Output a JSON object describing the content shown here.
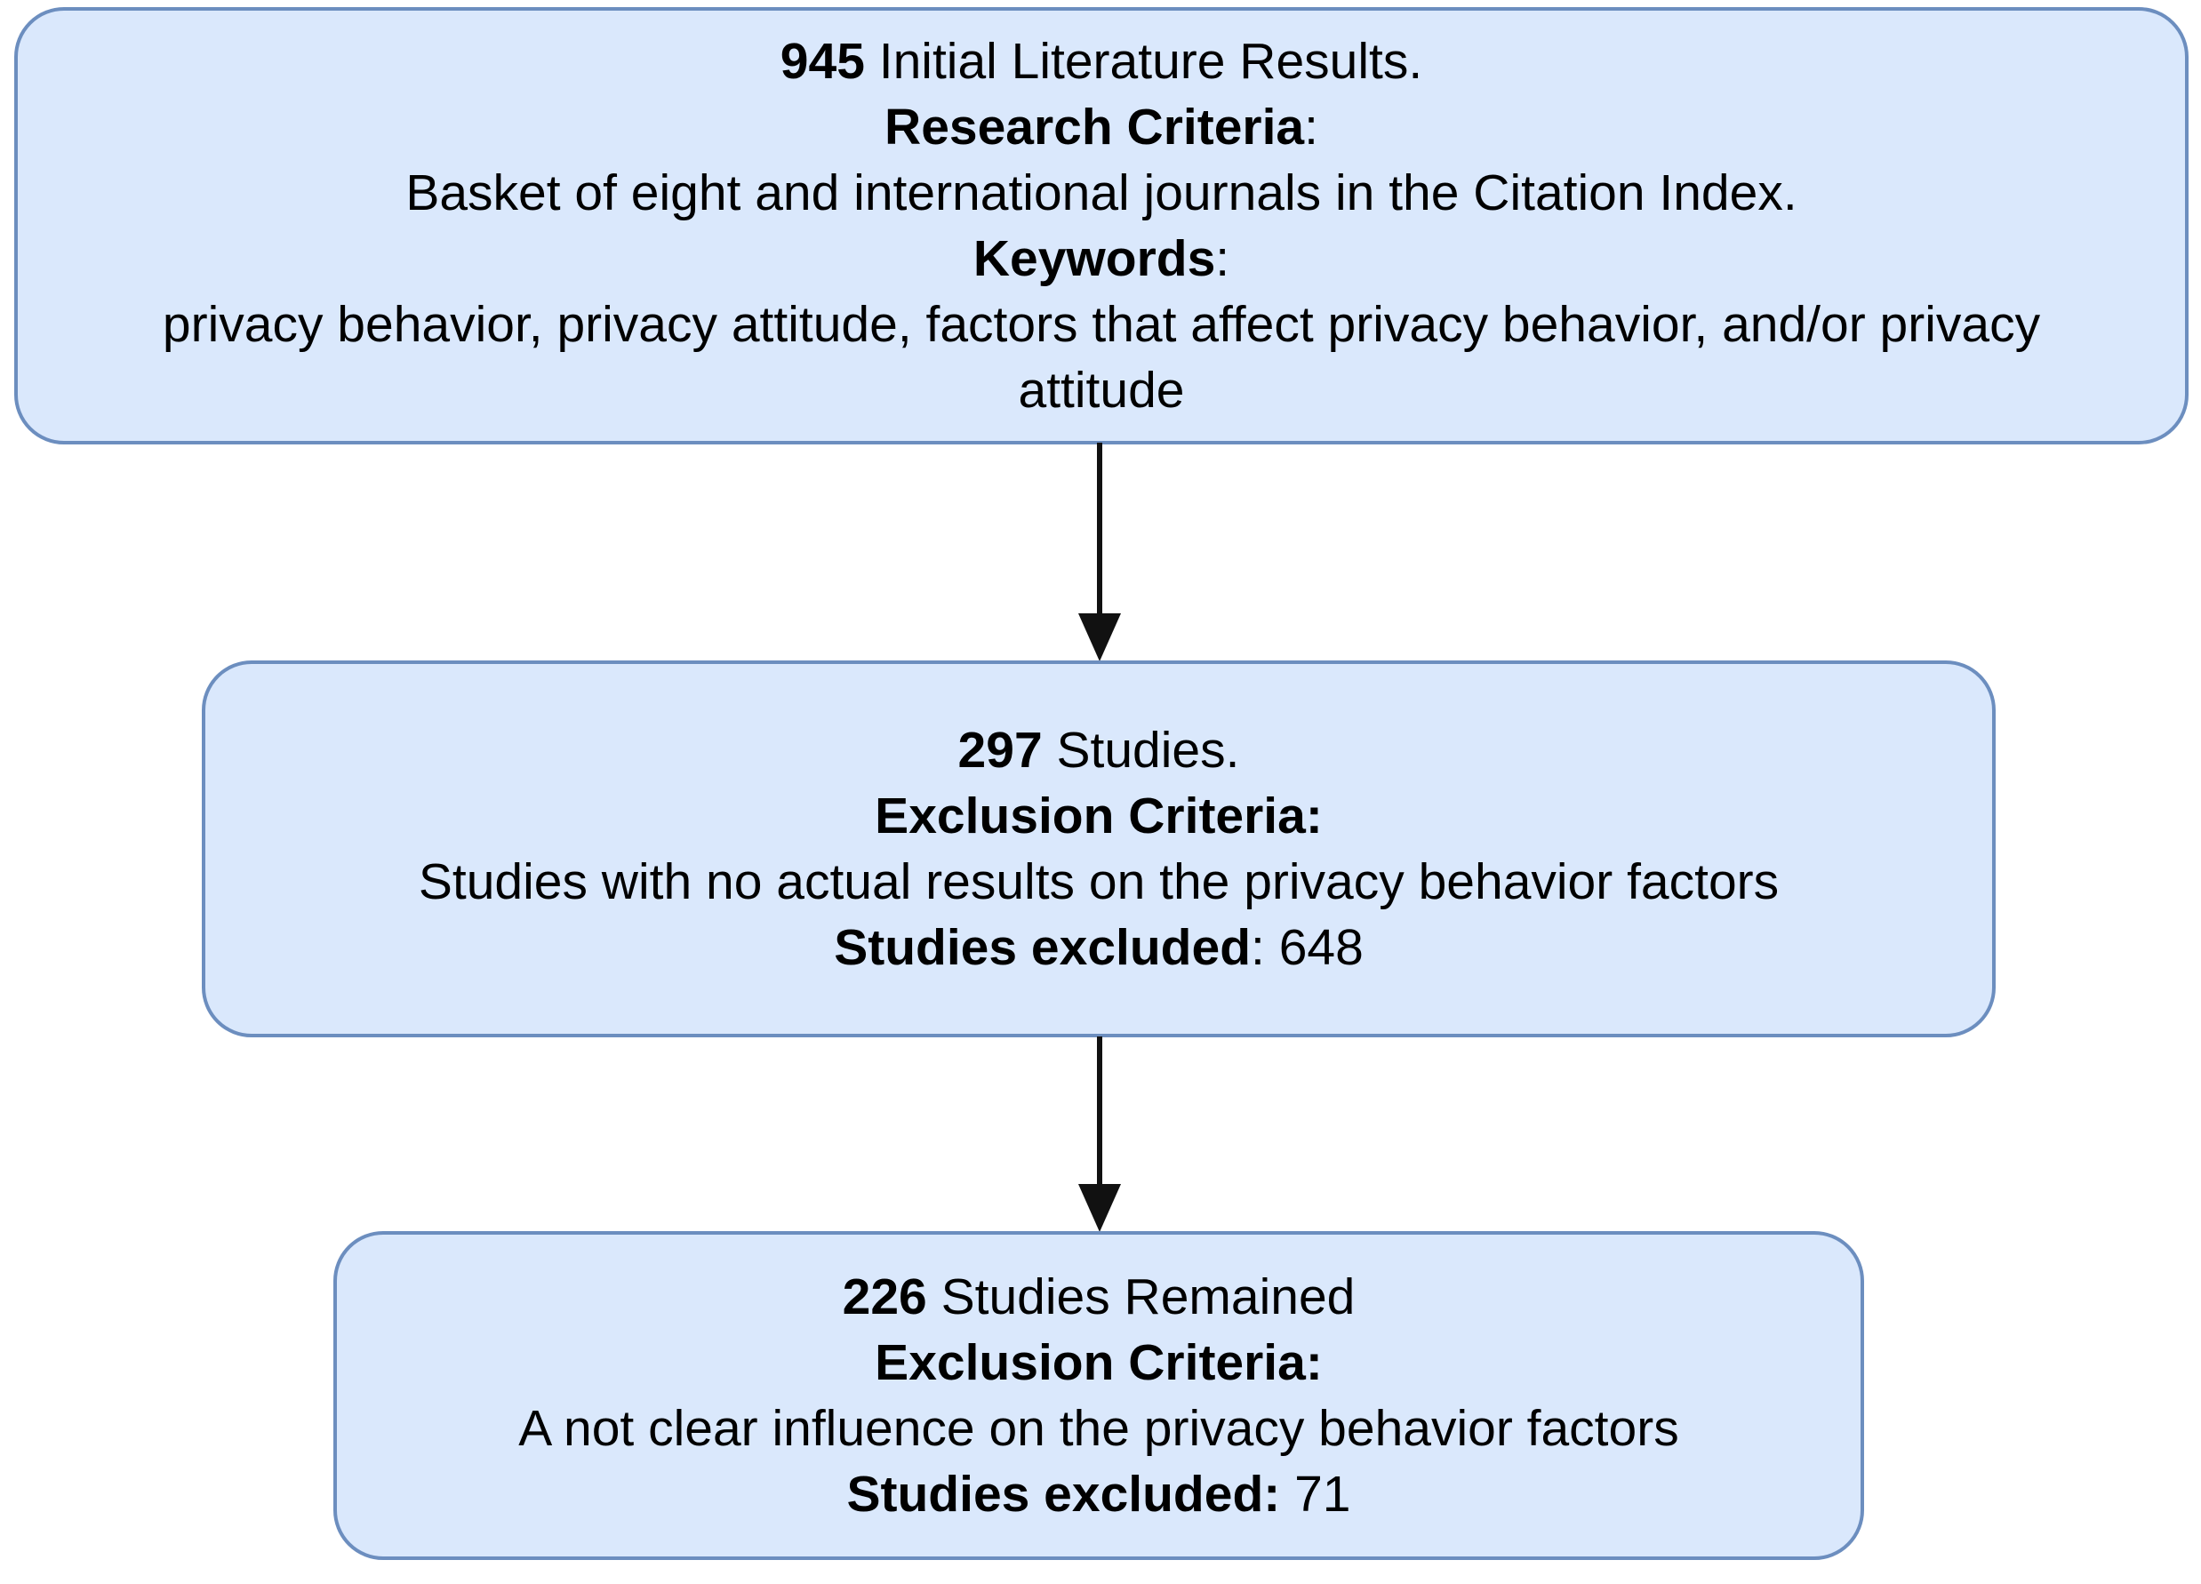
{
  "style": {
    "box_fill": "#dae8fc",
    "box_border": "#6c8ebf",
    "arrow_color": "#111111",
    "text_color": "#000000",
    "background": "#ffffff"
  },
  "flowchart": {
    "boxes": [
      {
        "name": "initial-literature-results",
        "lines": [
          {
            "segments": [
              {
                "text": "945",
                "bold": true
              },
              {
                "text": " Initial Literature Results.",
                "bold": false
              }
            ]
          },
          {
            "segments": [
              {
                "text": "Research Criteria",
                "bold": true
              },
              {
                "text": ":",
                "bold": false
              }
            ]
          },
          {
            "segments": [
              {
                "text": "Basket of eight and international journals in the Citation Index.",
                "bold": false
              }
            ]
          },
          {
            "segments": [
              {
                "text": "Keywords",
                "bold": true
              },
              {
                "text": ":",
                "bold": false
              }
            ]
          },
          {
            "segments": [
              {
                "text": "privacy behavior, privacy attitude, factors that affect privacy behavior, and/or privacy",
                "bold": false
              }
            ]
          },
          {
            "segments": [
              {
                "text": "attitude",
                "bold": false
              }
            ]
          }
        ]
      },
      {
        "name": "studies-after-exclusion-1",
        "lines": [
          {
            "segments": [
              {
                "text": "297",
                "bold": true
              },
              {
                "text": " Studies.",
                "bold": false
              }
            ]
          },
          {
            "segments": [
              {
                "text": "Exclusion Criteria:",
                "bold": true
              }
            ]
          },
          {
            "segments": [
              {
                "text": "Studies with no actual results on the privacy behavior factors",
                "bold": false
              }
            ]
          },
          {
            "segments": [
              {
                "text": "Studies excluded",
                "bold": true
              },
              {
                "text": ": 648",
                "bold": false
              }
            ]
          }
        ]
      },
      {
        "name": "studies-remained",
        "lines": [
          {
            "segments": [
              {
                "text": "226",
                "bold": true
              },
              {
                "text": " Studies Remained",
                "bold": false
              }
            ]
          },
          {
            "segments": [
              {
                "text": "Exclusion Criteria:",
                "bold": true
              }
            ]
          },
          {
            "segments": [
              {
                "text": "A not clear influence on the privacy behavior factors",
                "bold": false
              }
            ]
          },
          {
            "segments": [
              {
                "text": "Studies excluded:",
                "bold": true
              },
              {
                "text": " 71",
                "bold": false
              }
            ]
          }
        ]
      }
    ]
  }
}
